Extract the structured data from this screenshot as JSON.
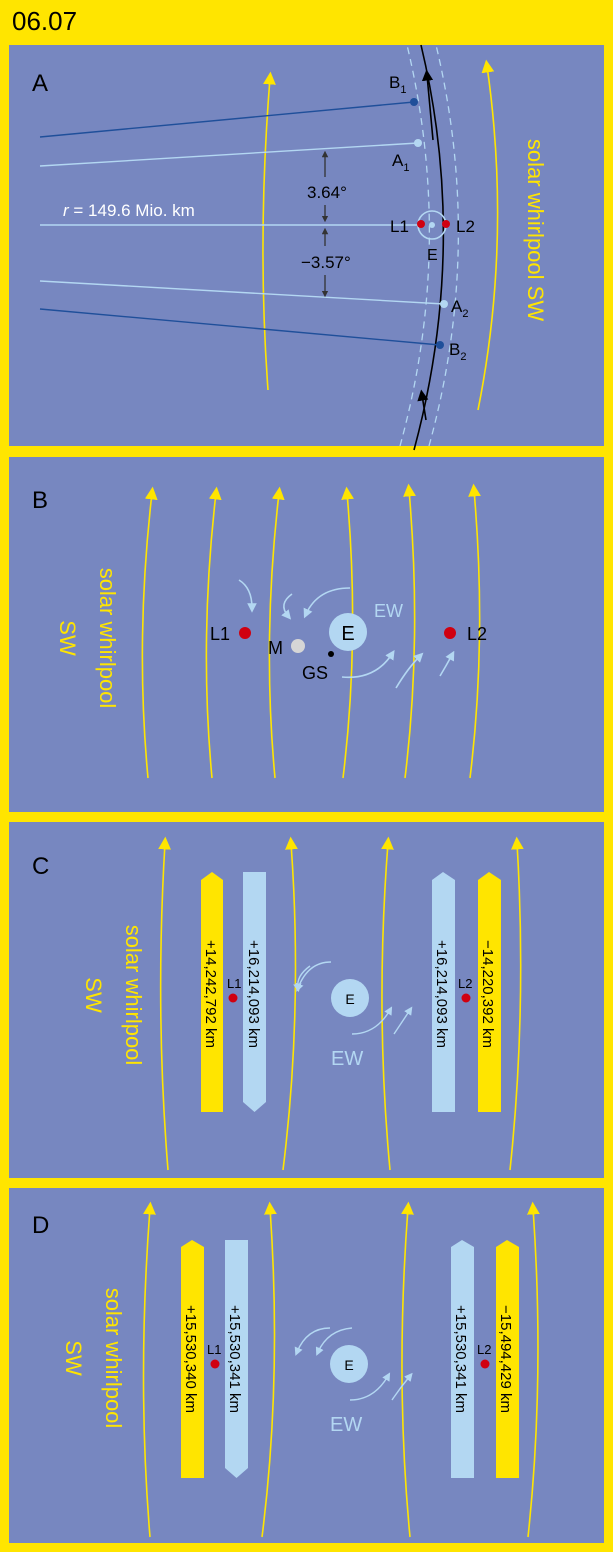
{
  "header": {
    "id": "06.07"
  },
  "colors": {
    "background": "#ffe500",
    "panel": "#7787c0",
    "yellow": "#ffe500",
    "light_blue": "#b3d7f2",
    "dark_blue": "#1f4f9a",
    "red": "#d00010",
    "black": "#000000"
  },
  "panel_a": {
    "label": "A",
    "b1": "B",
    "b1_sub": "1",
    "a1": "A",
    "a1_sub": "1",
    "a2": "A",
    "a2_sub": "2",
    "b2": "B",
    "b2_sub": "2",
    "r_symbol": "r",
    "r_value": " = 149.6 Mio. km",
    "angle_up": "3.64°",
    "angle_down": "−3.57°",
    "l1": "L1",
    "l2": "L2",
    "earth": "E",
    "wind": "solar whirlpool SW"
  },
  "panel_b": {
    "label": "B",
    "wind_line1": "solar whirlpool",
    "wind_line2": "SW",
    "l1": "L1",
    "l2": "L2",
    "moon": "M",
    "earth": "E",
    "ew": "EW",
    "gs": "GS"
  },
  "panel_c": {
    "label": "C",
    "wind_line1": "solar whirlpool",
    "wind_line2": "SW",
    "bar1": "+14,242,792 km",
    "bar2": "+16,214,093 km",
    "bar3": "+16,214,093 km",
    "bar4": "−14,220,392 km",
    "l1": "L1",
    "l2": "L2",
    "earth": "E",
    "ew": "EW"
  },
  "panel_d": {
    "label": "D",
    "wind_line1": "solar whirlpool",
    "wind_line2": "SW",
    "bar1": "+15,530,340 km",
    "bar2": "+15,530,341 km",
    "bar3": "+15,530,341 km",
    "bar4": "−15,494,429 km",
    "l1": "L1",
    "l2": "L2",
    "earth": "E",
    "ew": "EW"
  }
}
